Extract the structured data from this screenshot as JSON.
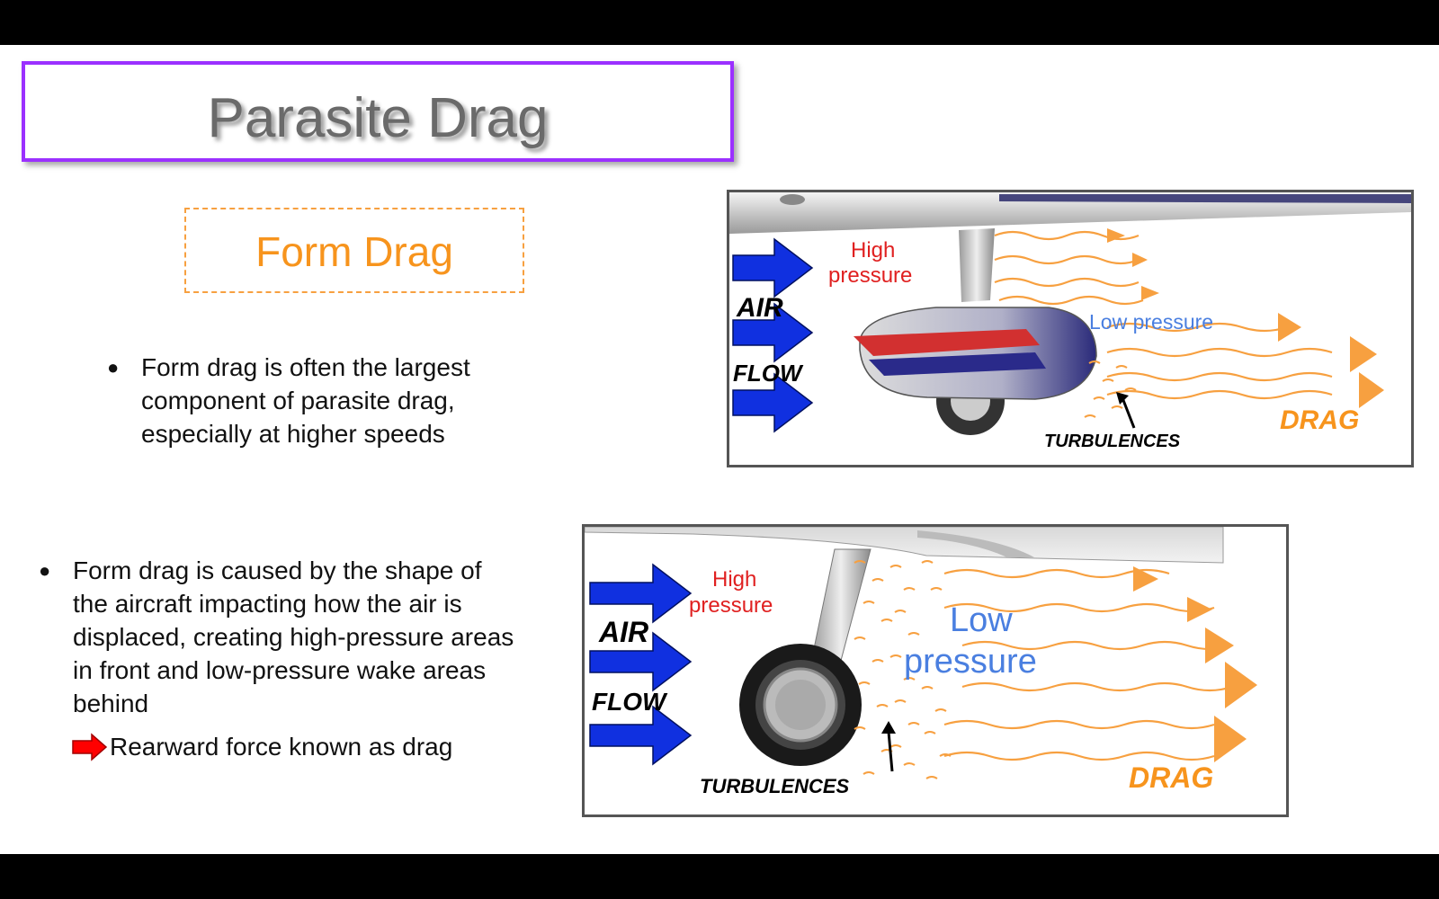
{
  "title": "Parasite Drag",
  "subtitle": "Form Drag",
  "bullets": [
    "Form drag is often the largest component of parasite drag, especially at higher speeds",
    "Form drag is caused by the shape of the aircraft impacting how the air is displaced, creating high-pressure areas in front and low-pressure wake areas behind"
  ],
  "sub_bullet": "Rearward force known as drag",
  "diagram1": {
    "air_label": "AIR",
    "flow_label": "FLOW",
    "high_pressure_line1": "High",
    "high_pressure_line2": "pressure",
    "low_pressure": "Low pressure",
    "turbulences": "TURBULENCES",
    "drag": "DRAG"
  },
  "diagram2": {
    "air_label": "AIR",
    "flow_label": "FLOW",
    "high_pressure_line1": "High",
    "high_pressure_line2": "pressure",
    "low_pressure_line1": "Low",
    "low_pressure_line2": "pressure",
    "turbulences": "TURBULENCES",
    "drag": "DRAG"
  },
  "colors": {
    "title_border": "#9b30ff",
    "subtitle": "#f7941d",
    "flow_arrow": "#1030e0",
    "streamline": "#f7a040",
    "high_pressure": "#e02020",
    "low_pressure": "#4a7fe0",
    "bullet_arrow": "#ff0000"
  }
}
